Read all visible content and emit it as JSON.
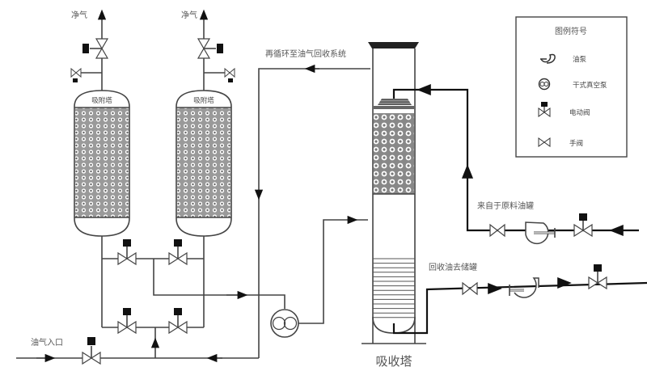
{
  "labels": {
    "clean_gas_left": "净气",
    "clean_gas_right": "净气",
    "adsorber_left": "吸附塔",
    "adsorber_right": "吸附塔",
    "recycle": "再循环至油气回收系统",
    "feed_from": "来自于原料油罐",
    "return_to": "回收油去储罐",
    "gas_inlet": "油气入口",
    "absorber": "吸收塔"
  },
  "legend": {
    "title": "图例符号",
    "items": [
      {
        "icon": "pump-icon",
        "label": "油泵"
      },
      {
        "icon": "dry-vacuum-pump-icon",
        "label": "干式真空泵"
      },
      {
        "icon": "electric-valve-icon",
        "label": "电动阀"
      },
      {
        "icon": "manual-valve-icon",
        "label": "手阀"
      }
    ]
  },
  "colors": {
    "line": "#444444",
    "bold_line": "#111111",
    "text": "#555555"
  }
}
